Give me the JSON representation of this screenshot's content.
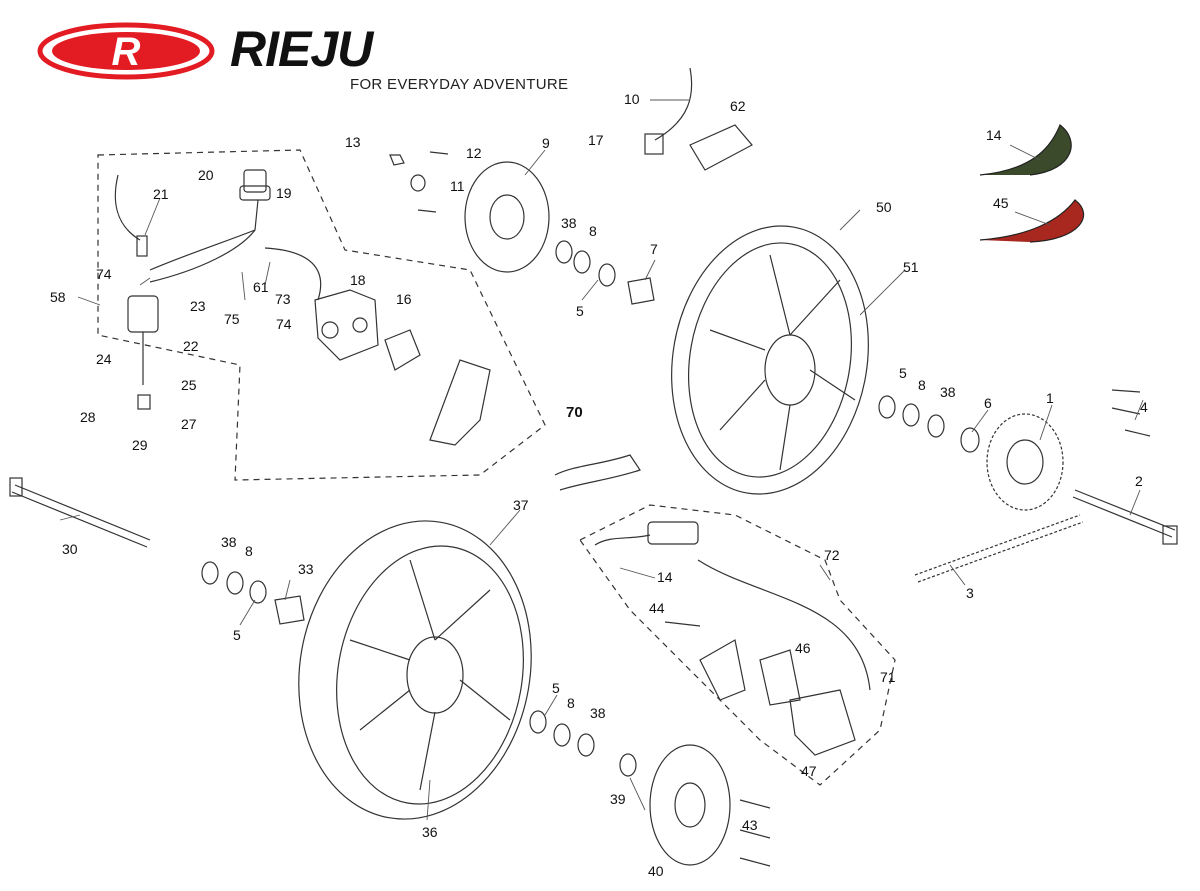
{
  "brand": {
    "name": "RIEJU",
    "logo_letter": "R",
    "slogan": "FOR EVERYDAY ADVENTURE",
    "colors": {
      "logo_red": "#e31b23",
      "text": "#111111"
    }
  },
  "callouts": [
    {
      "id": "c1",
      "label": "1"
    },
    {
      "id": "c2",
      "label": "2"
    },
    {
      "id": "c3",
      "label": "3"
    },
    {
      "id": "c4",
      "label": "4"
    },
    {
      "id": "c5a",
      "label": "5"
    },
    {
      "id": "c5b",
      "label": "5"
    },
    {
      "id": "c5c",
      "label": "5"
    },
    {
      "id": "c5d",
      "label": "5"
    },
    {
      "id": "c6",
      "label": "6"
    },
    {
      "id": "c7",
      "label": "7"
    },
    {
      "id": "c8a",
      "label": "8"
    },
    {
      "id": "c8b",
      "label": "8"
    },
    {
      "id": "c8c",
      "label": "8"
    },
    {
      "id": "c8d",
      "label": "8"
    },
    {
      "id": "c9",
      "label": "9"
    },
    {
      "id": "c10",
      "label": "10"
    },
    {
      "id": "c11",
      "label": "11"
    },
    {
      "id": "c12",
      "label": "12"
    },
    {
      "id": "c13",
      "label": "13"
    },
    {
      "id": "c14a",
      "label": "14"
    },
    {
      "id": "c14b",
      "label": "14"
    },
    {
      "id": "c16",
      "label": "16"
    },
    {
      "id": "c17",
      "label": "17"
    },
    {
      "id": "c18",
      "label": "18"
    },
    {
      "id": "c19",
      "label": "19"
    },
    {
      "id": "c20",
      "label": "20"
    },
    {
      "id": "c21",
      "label": "21"
    },
    {
      "id": "c22",
      "label": "22"
    },
    {
      "id": "c23",
      "label": "23"
    },
    {
      "id": "c24",
      "label": "24"
    },
    {
      "id": "c25",
      "label": "25"
    },
    {
      "id": "c27",
      "label": "27"
    },
    {
      "id": "c28",
      "label": "28"
    },
    {
      "id": "c29",
      "label": "29"
    },
    {
      "id": "c30",
      "label": "30"
    },
    {
      "id": "c33",
      "label": "33"
    },
    {
      "id": "c36",
      "label": "36"
    },
    {
      "id": "c37",
      "label": "37"
    },
    {
      "id": "c38a",
      "label": "38"
    },
    {
      "id": "c38b",
      "label": "38"
    },
    {
      "id": "c38c",
      "label": "38"
    },
    {
      "id": "c38d",
      "label": "38"
    },
    {
      "id": "c39",
      "label": "39"
    },
    {
      "id": "c40",
      "label": "40"
    },
    {
      "id": "c43",
      "label": "43"
    },
    {
      "id": "c44",
      "label": "44"
    },
    {
      "id": "c45",
      "label": "45"
    },
    {
      "id": "c46",
      "label": "46"
    },
    {
      "id": "c47",
      "label": "47"
    },
    {
      "id": "c50",
      "label": "50"
    },
    {
      "id": "c51",
      "label": "51"
    },
    {
      "id": "c58",
      "label": "58"
    },
    {
      "id": "c61",
      "label": "61"
    },
    {
      "id": "c62",
      "label": "62"
    },
    {
      "id": "c70",
      "label": "70"
    },
    {
      "id": "c71",
      "label": "71"
    },
    {
      "id": "c72",
      "label": "72"
    },
    {
      "id": "c73",
      "label": "73"
    },
    {
      "id": "c74a",
      "label": "74"
    },
    {
      "id": "c74b",
      "label": "74"
    },
    {
      "id": "c75",
      "label": "75"
    }
  ]
}
